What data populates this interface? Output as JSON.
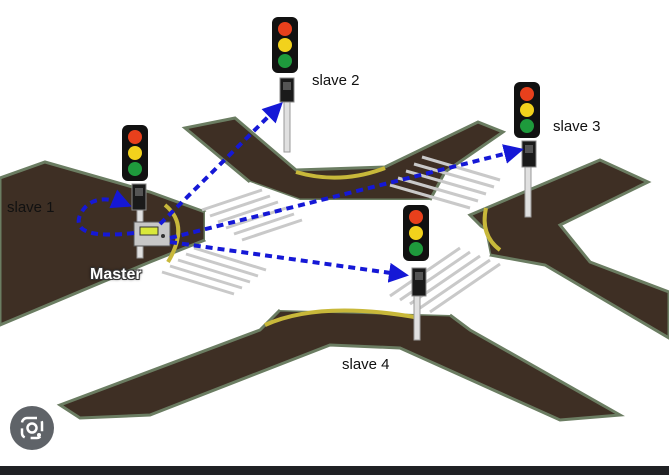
{
  "labels": {
    "slave1": "slave 1",
    "slave2": "slave 2",
    "slave3": "slave 3",
    "slave4": "slave 4",
    "master": "Master"
  },
  "colors": {
    "road": "#3e2f24",
    "curb": "#6b7d62",
    "island_edge": "#c8b83a",
    "arrow": "#1518d6",
    "light_red": "#e8401c",
    "light_yellow": "#f2d21c",
    "light_green": "#1e9a3c"
  },
  "icons": {
    "lens": "google-lens-icon"
  }
}
